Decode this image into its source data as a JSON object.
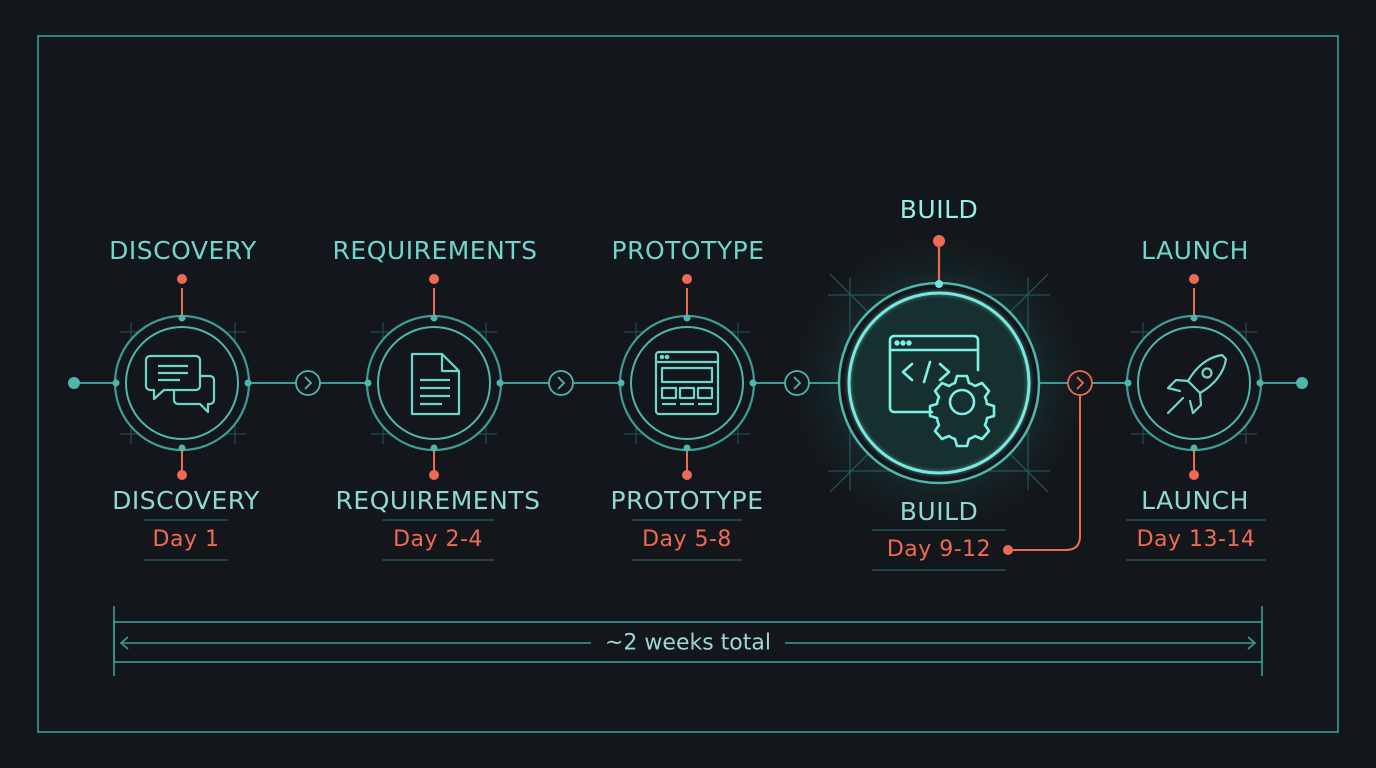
{
  "colors": {
    "background": "#13161a",
    "teal": "#4fb6ad",
    "teal_bright": "#6fd6cc",
    "accent": "#ef6a55"
  },
  "stages": [
    {
      "title": "DISCOVERY",
      "day": "Day 1",
      "icon": "chat-bubbles-icon"
    },
    {
      "title": "REQUIREMENTS",
      "day": "Day 2-4",
      "icon": "document-icon"
    },
    {
      "title": "PROTOTYPE",
      "day": "Day 5-8",
      "icon": "wireframe-layout-icon"
    },
    {
      "title": "BUILD",
      "day": "Day 9-12",
      "icon": "code-window-gear-icon"
    },
    {
      "title": "LAUNCH",
      "day": "Day 13-14",
      "icon": "rocket-icon"
    }
  ],
  "duration": {
    "label": "~2 weeks total"
  }
}
